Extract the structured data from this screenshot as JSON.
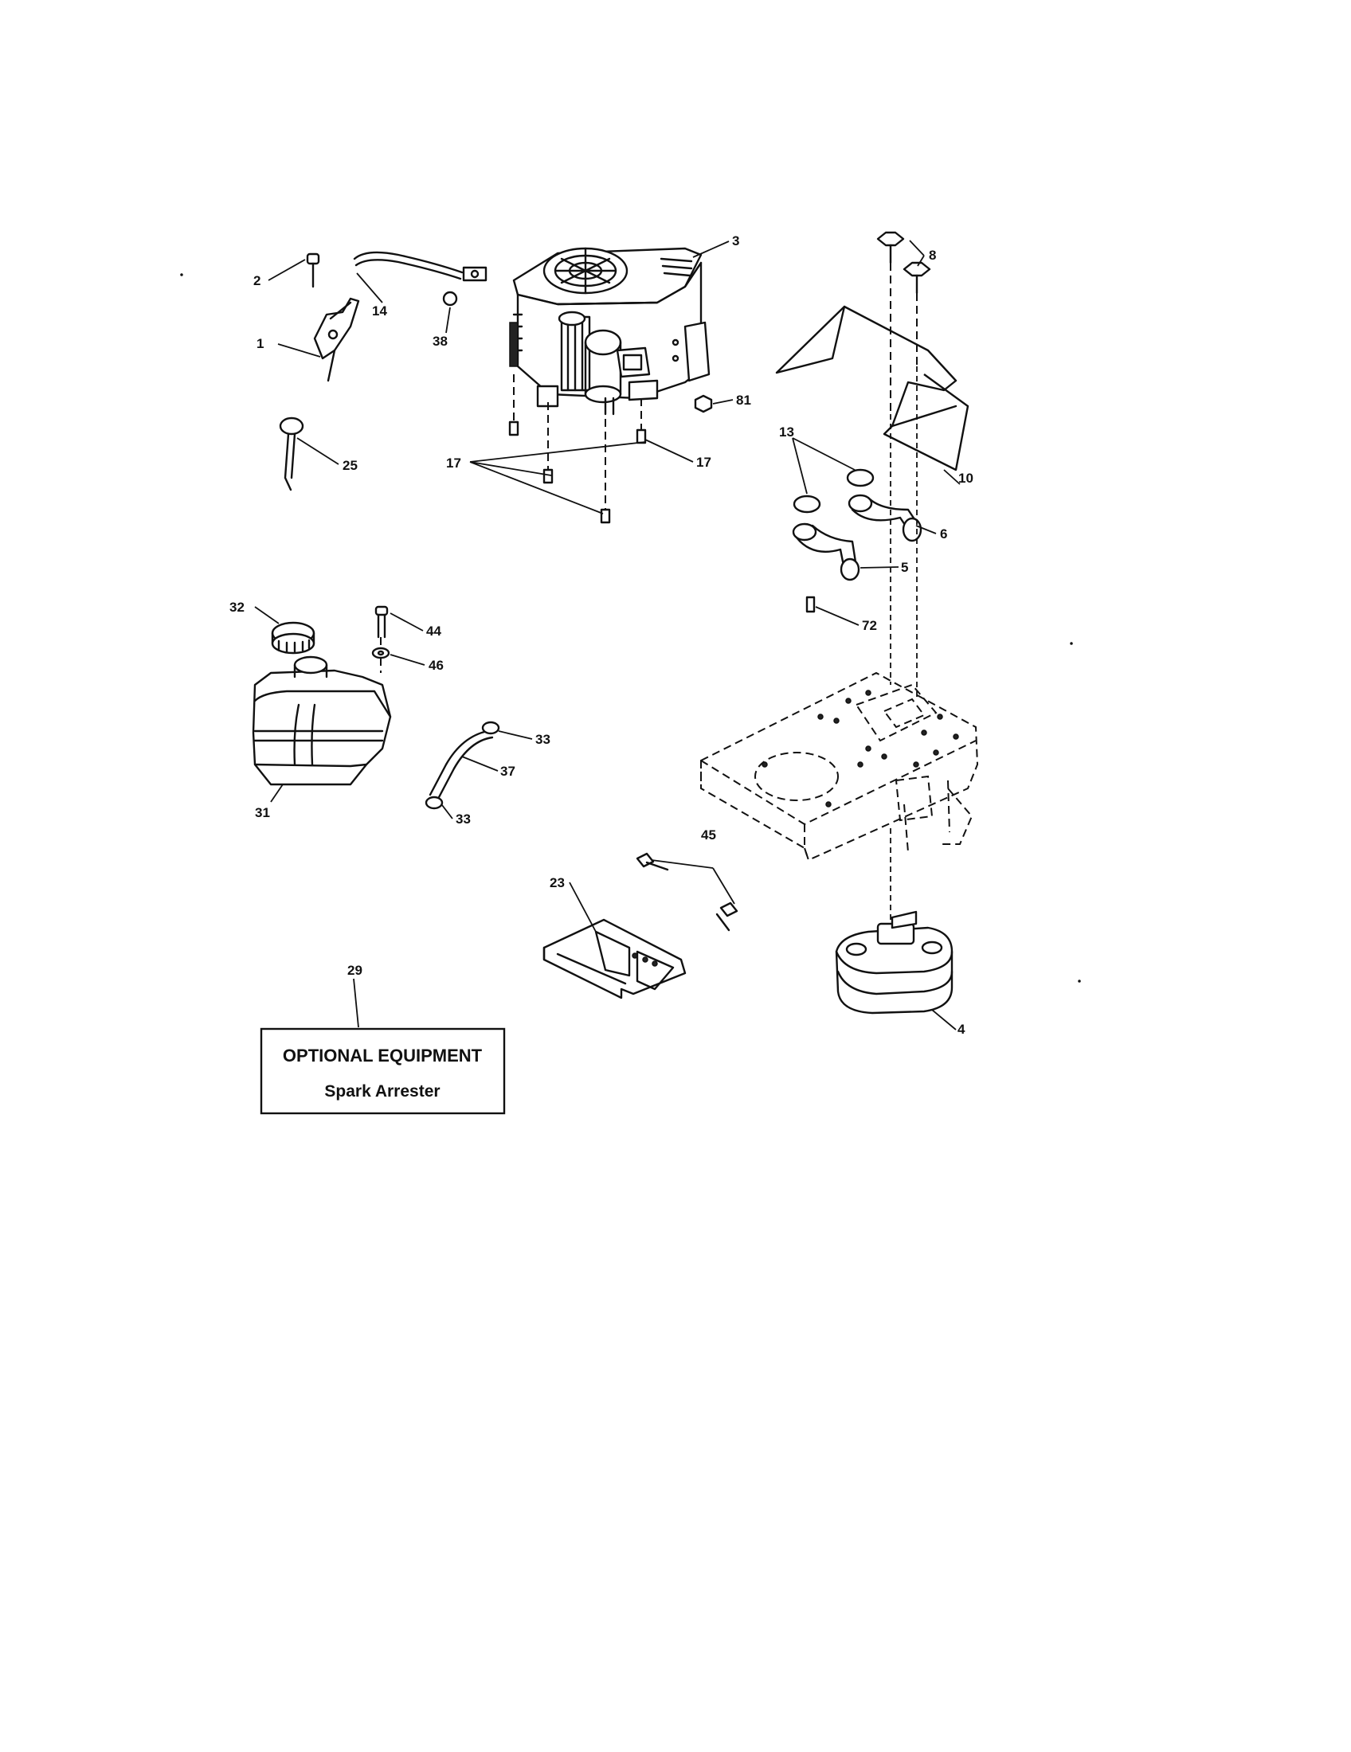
{
  "callouts": {
    "c1": "1",
    "c2": "2",
    "c3": "3",
    "c4": "4",
    "c5": "5",
    "c6": "6",
    "c8": "8",
    "c10": "10",
    "c13": "13",
    "c14": "14",
    "c17a": "17",
    "c17b": "17",
    "c23": "23",
    "c25": "25",
    "c29": "29",
    "c31": "31",
    "c32": "32",
    "c33a": "33",
    "c33b": "33",
    "c37": "37",
    "c38": "38",
    "c44": "44",
    "c45": "45",
    "c46": "46",
    "c72": "72",
    "c81": "81"
  },
  "optional_box": {
    "title": "OPTIONAL EQUIPMENT",
    "subtitle": "Spark Arrester"
  }
}
